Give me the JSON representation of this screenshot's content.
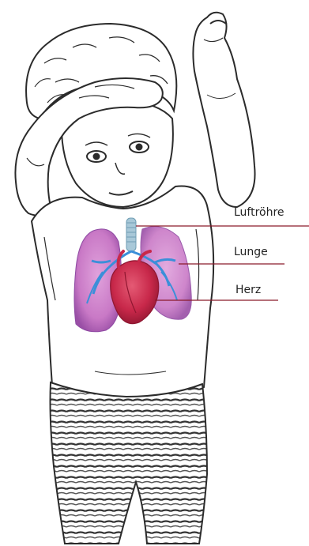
{
  "labels": {
    "trachea": "Luftröhre",
    "lung": "Lunge",
    "heart": "Herz"
  },
  "colors": {
    "sketch": "#2b2b2b",
    "leader_line": "#8b1a2b",
    "lung": "#c979c6",
    "lung_dark": "#8f4aa3",
    "heart": "#c8284a",
    "vessel_blue": "#3b8fd9",
    "trachea": "#a8c8d8"
  }
}
